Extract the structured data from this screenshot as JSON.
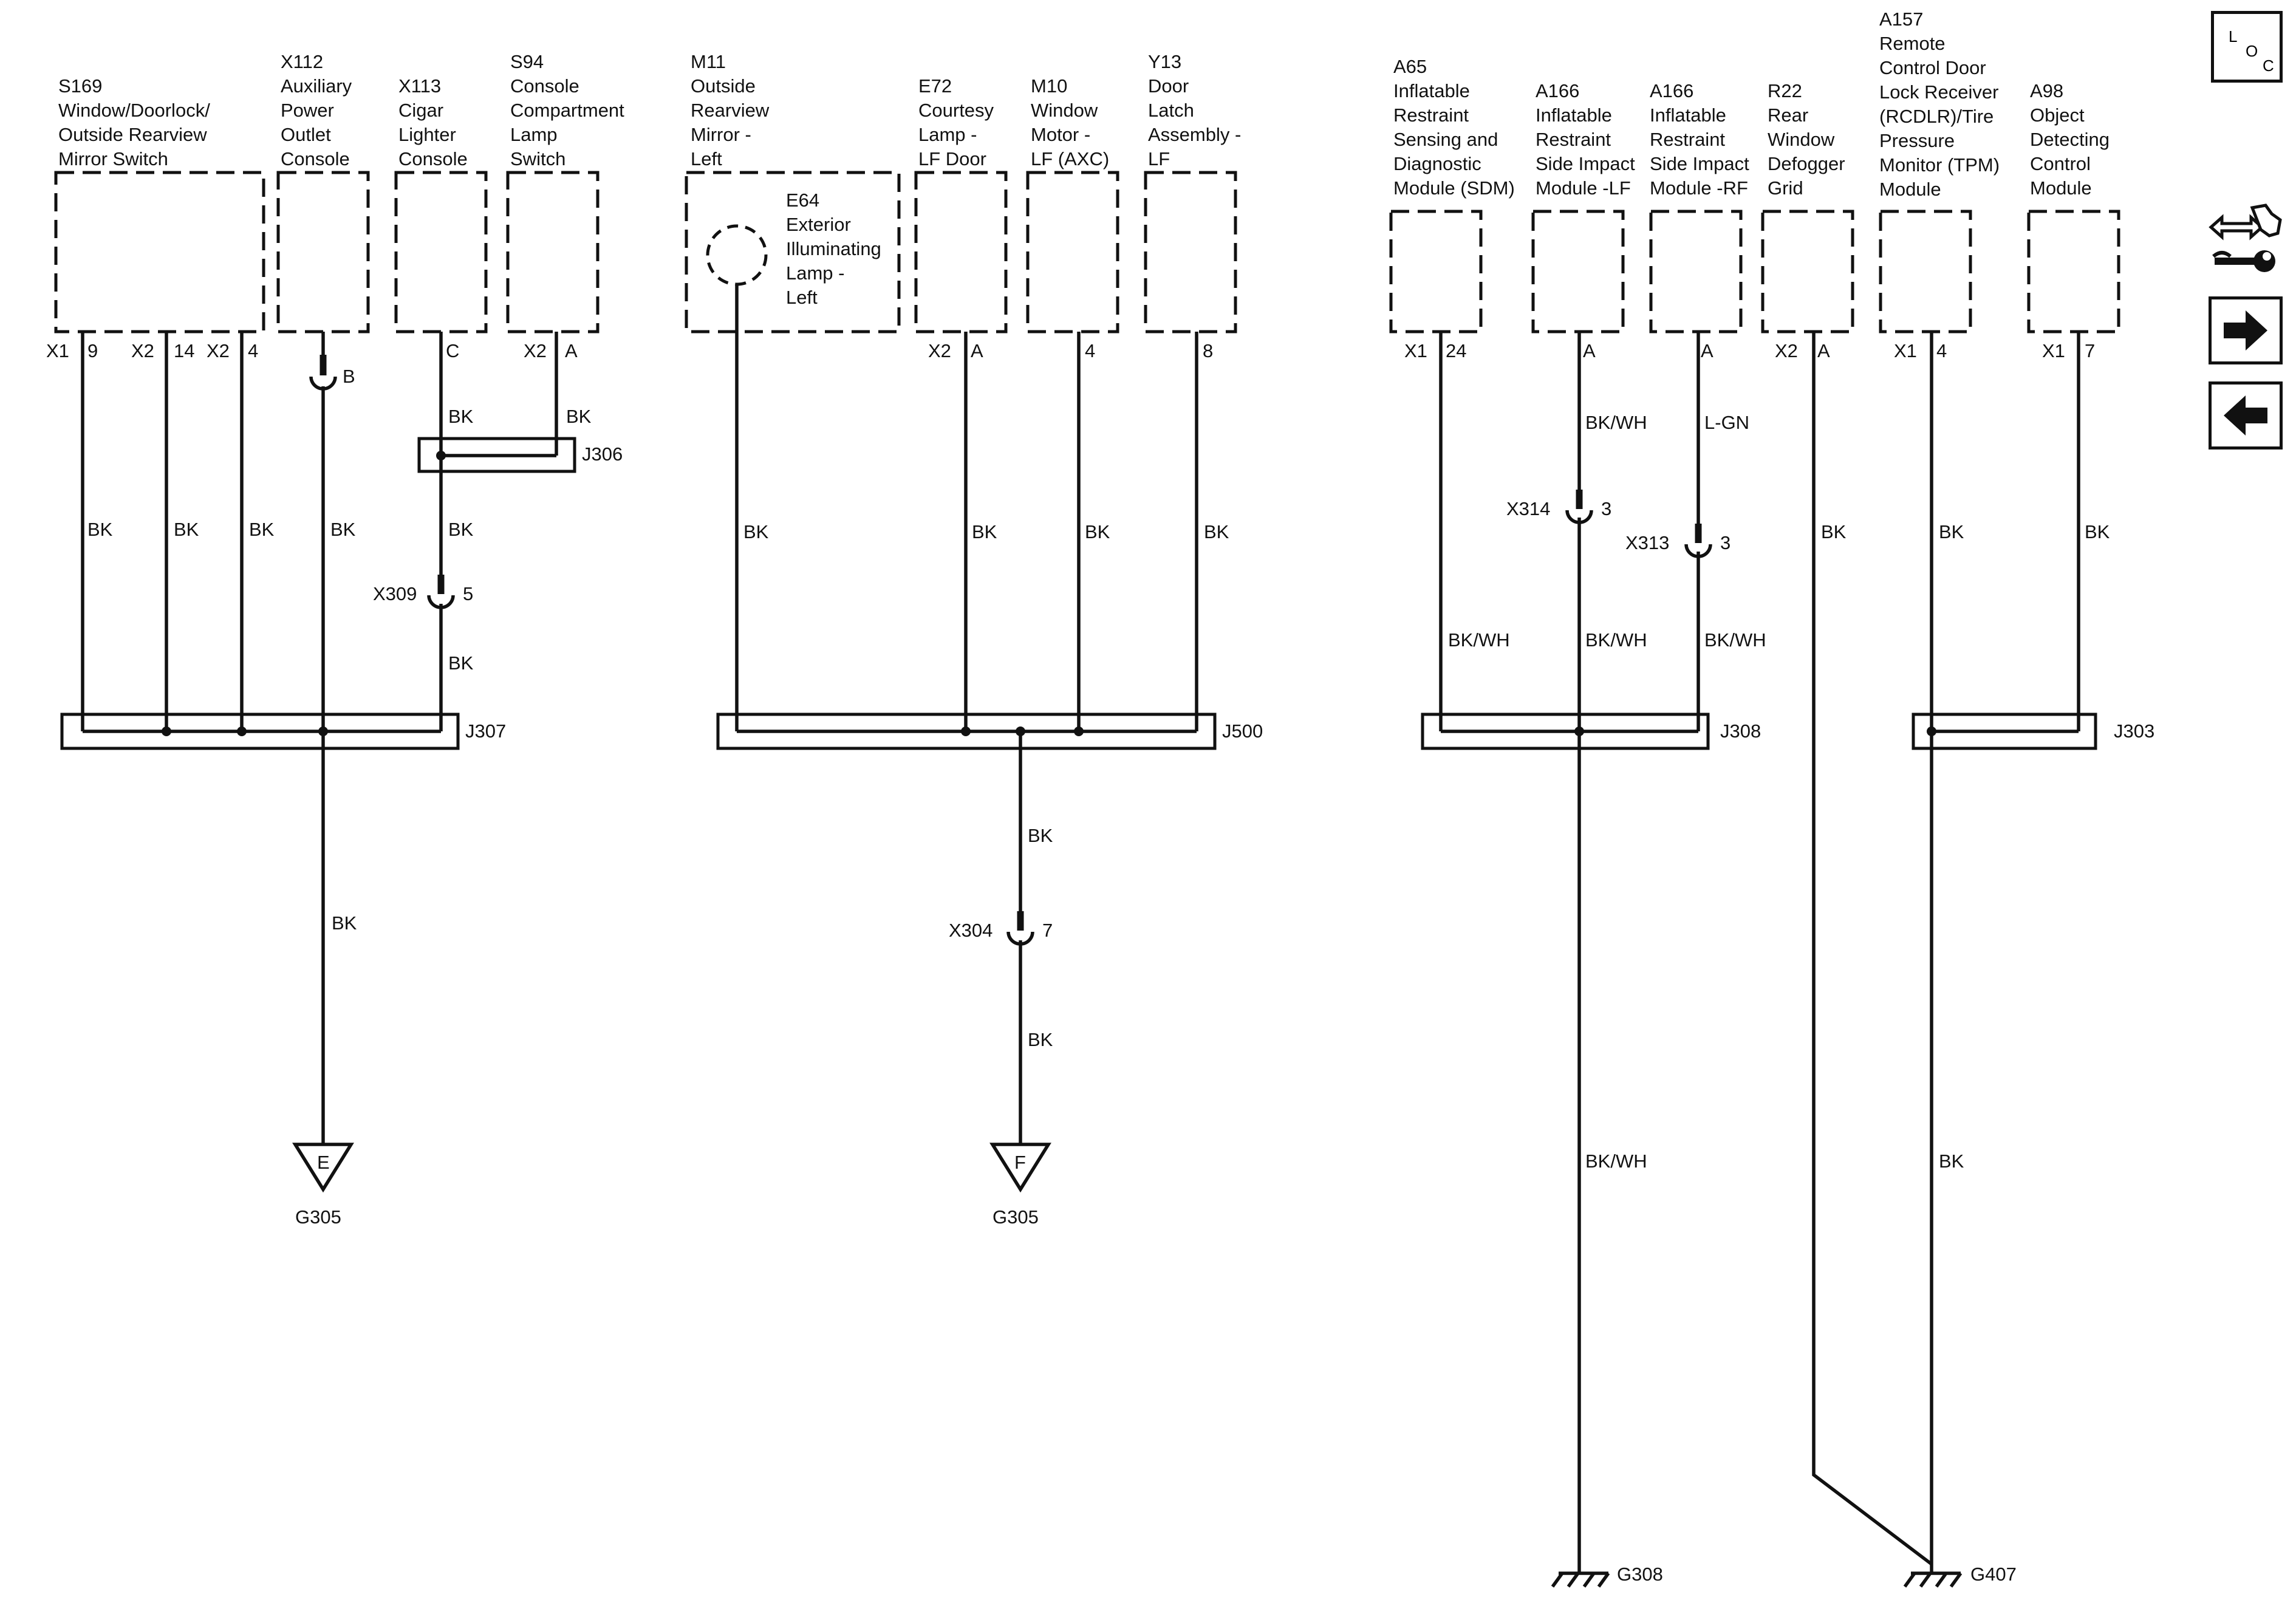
{
  "components": [
    {
      "id": "S169",
      "lines": [
        "Window/Doorlock/",
        "Outside Rearview",
        "Mirror Switch"
      ]
    },
    {
      "id": "X112",
      "lines": [
        "Auxiliary",
        "Power",
        "Outlet",
        "Console"
      ]
    },
    {
      "id": "X113",
      "lines": [
        "Cigar",
        "Lighter",
        "Console"
      ]
    },
    {
      "id": "S94",
      "lines": [
        "Console",
        "Compartment",
        "Lamp",
        "Switch"
      ]
    },
    {
      "id": "M11",
      "lines": [
        "Outside",
        "Rearview",
        "Mirror -",
        "Left"
      ]
    },
    {
      "id": "E64",
      "lines": [
        "Exterior",
        "Illuminating",
        "Lamp -",
        "Left"
      ]
    },
    {
      "id": "E72",
      "lines": [
        "Courtesy",
        "Lamp -",
        "LF Door"
      ]
    },
    {
      "id": "M10",
      "lines": [
        "Window",
        "Motor -",
        "LF (AXC)"
      ]
    },
    {
      "id": "Y13",
      "lines": [
        "Door",
        "Latch",
        "Assembly -",
        "LF"
      ]
    },
    {
      "id": "A65",
      "lines": [
        "Inflatable",
        "Restraint",
        "Sensing and",
        "Diagnostic",
        "Module (SDM)"
      ]
    },
    {
      "id": "A166",
      "lines": [
        "Inflatable",
        "Restraint",
        "Side Impact",
        "Module -LF"
      ]
    },
    {
      "id": "A166",
      "lines": [
        "Inflatable",
        "Restraint",
        "Side Impact",
        "Module -RF"
      ]
    },
    {
      "id": "R22",
      "lines": [
        "Rear",
        "Window",
        "Defogger",
        "Grid"
      ]
    },
    {
      "id": "A157",
      "lines": [
        "Remote",
        "Control Door",
        "Lock Receiver",
        "(RCDLR)/Tire",
        "Pressure",
        "Monitor (TPM)",
        "Module"
      ]
    },
    {
      "id": "A98",
      "lines": [
        "Object",
        "Detecting",
        "Control",
        "Module"
      ]
    }
  ],
  "pins": [
    "X1",
    "9",
    "X2",
    "14",
    "X2",
    "4",
    "B",
    "C",
    "X2",
    "A",
    "X2",
    "A",
    "4",
    "8",
    "X1",
    "24",
    "A",
    "A",
    "X2",
    "A",
    "X1",
    "4",
    "X1",
    "7"
  ],
  "wire_colors": [
    "BK",
    "BK",
    "BK",
    "BK",
    "BK",
    "BK",
    "BK",
    "BK",
    "BK",
    "BK",
    "BK",
    "BK",
    "BK",
    "BK",
    "BK",
    "BK",
    "BK/WH",
    "L-GN",
    "BK/WH",
    "BK/WH",
    "BK/WH",
    "BK",
    "BK",
    "BK",
    "BK/WH",
    "BK"
  ],
  "inline_connectors": [
    {
      "id": "X309",
      "pin": "5"
    },
    {
      "id": "X304",
      "pin": "7"
    },
    {
      "id": "X314",
      "pin": "3"
    },
    {
      "id": "X313",
      "pin": "3"
    }
  ],
  "splices": [
    "J306",
    "J307",
    "J500",
    "J308",
    "J303"
  ],
  "grounds": [
    {
      "id": "G305",
      "letter": "E"
    },
    {
      "id": "G305",
      "letter": "F"
    },
    {
      "id": "G308"
    },
    {
      "id": "G407"
    }
  ],
  "nav": {
    "loc_letters": [
      "L",
      "O",
      "C"
    ],
    "tool_icon": "harness-wrench-icon",
    "next_icon": "arrow-right-icon",
    "prev_icon": "arrow-left-icon"
  }
}
